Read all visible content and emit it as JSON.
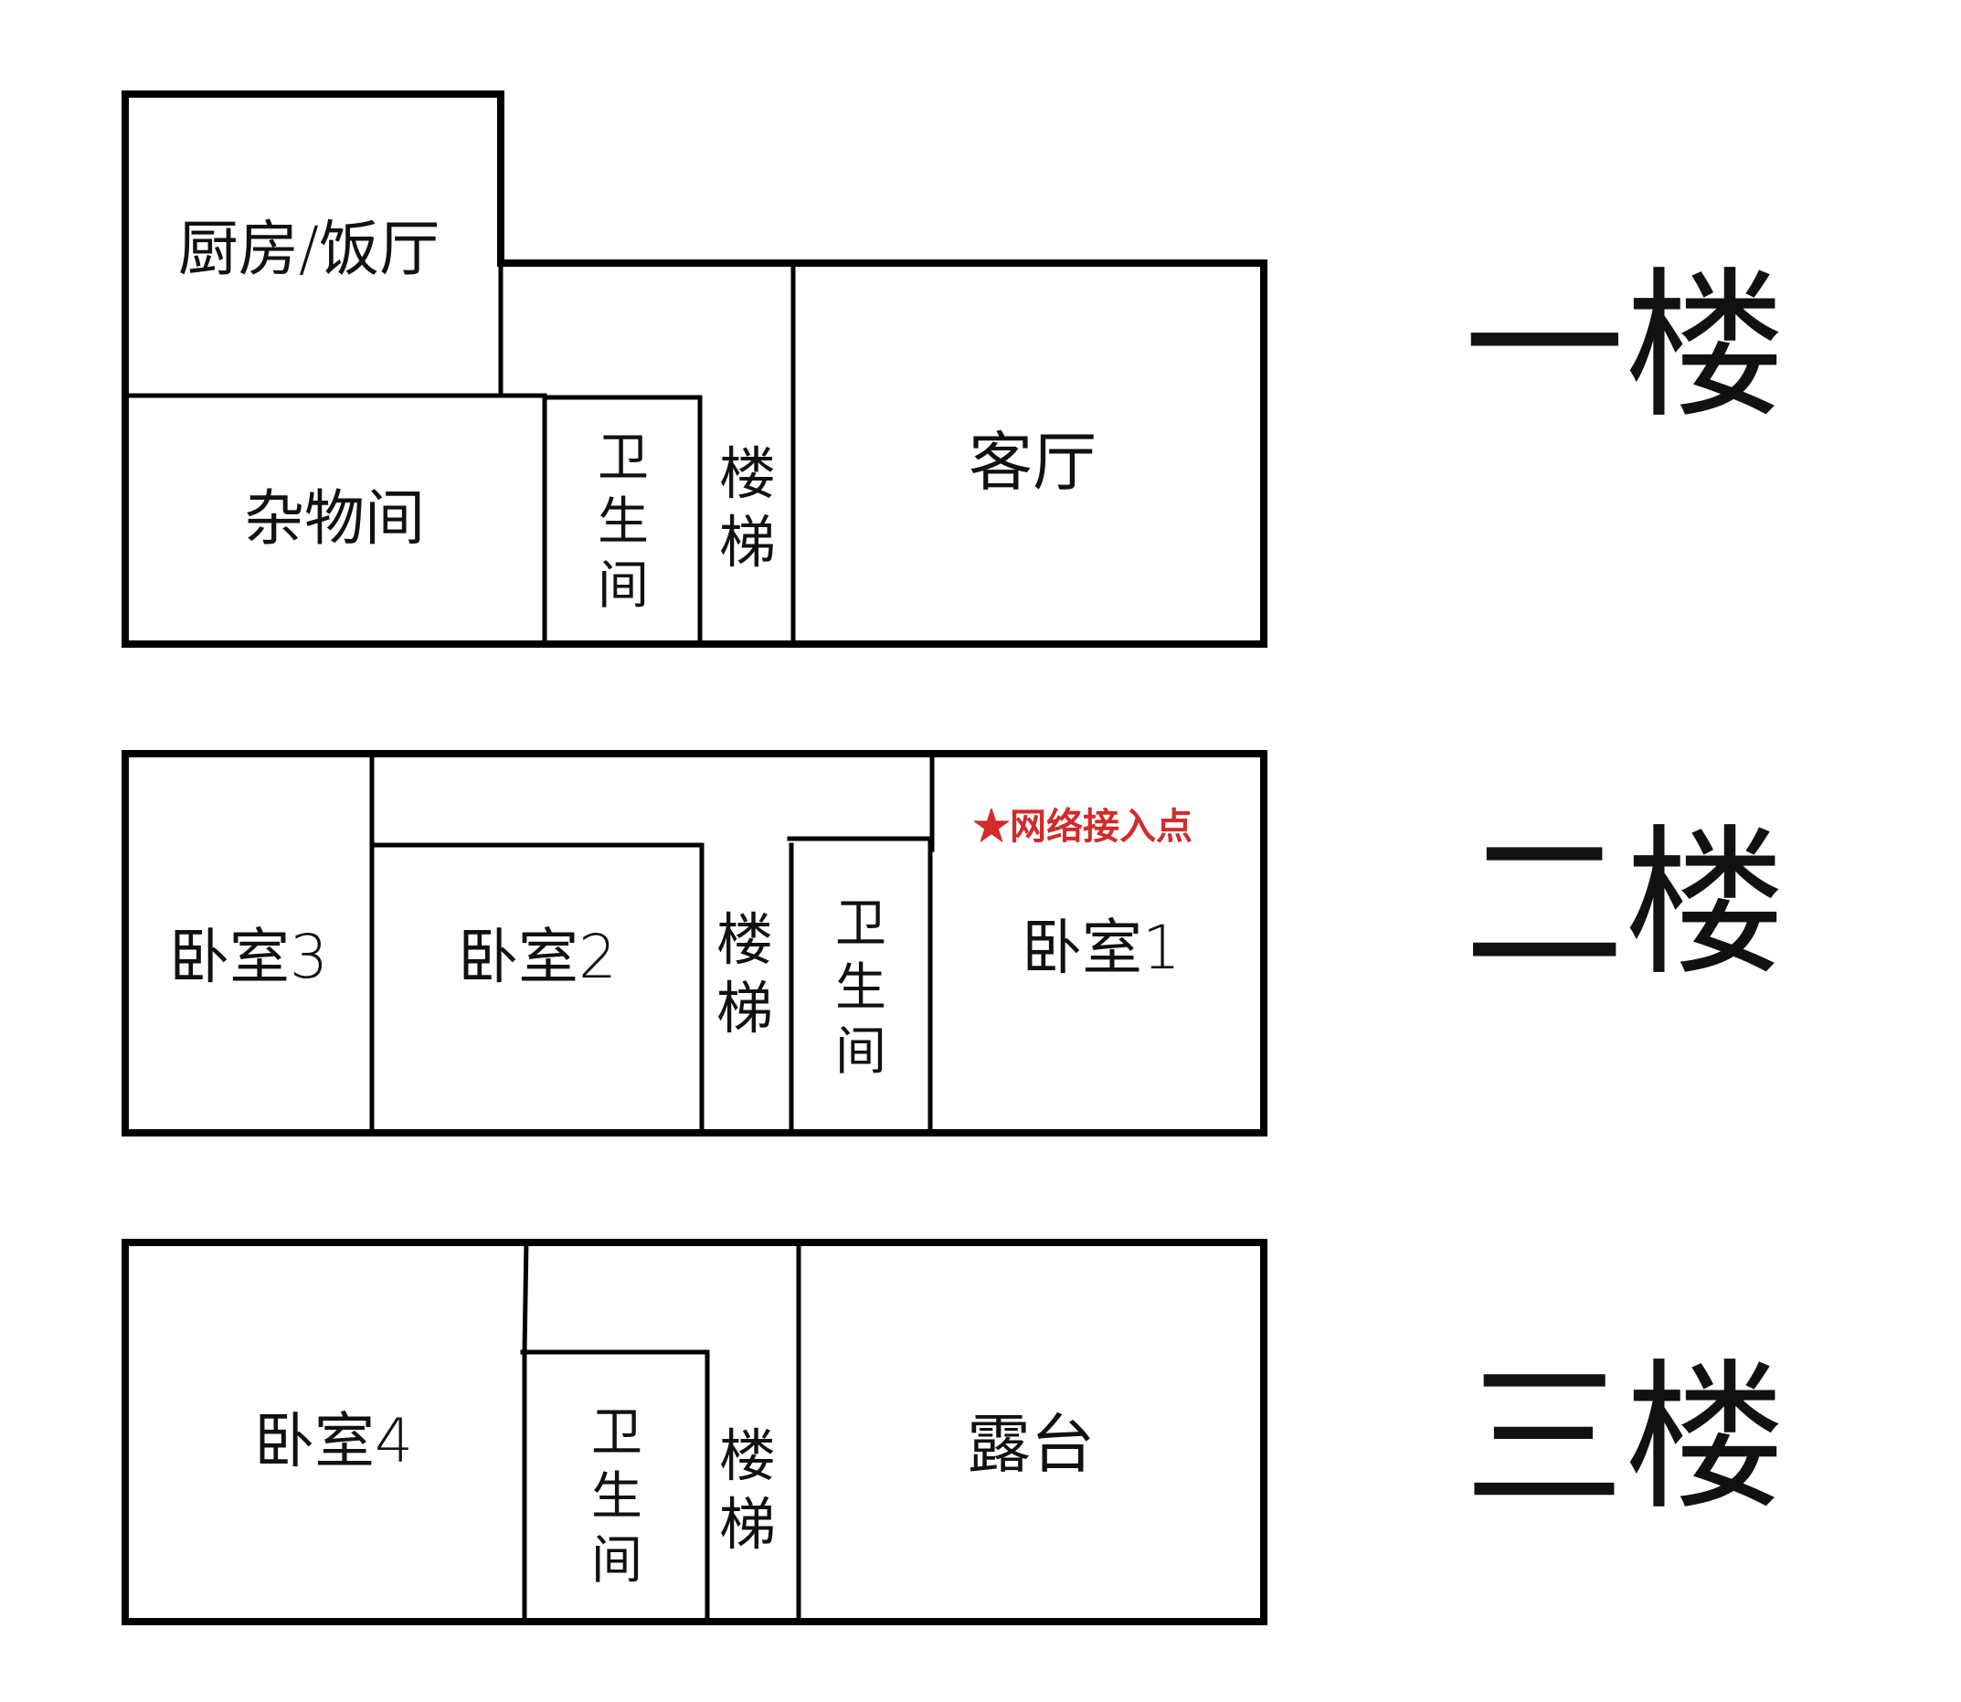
{
  "floors": [
    {
      "label": "一楼",
      "rooms": {
        "kitchen": "厨房/饭厅",
        "storage": "杂物间",
        "bathroom": [
          "卫",
          "生",
          "间"
        ],
        "stairs": [
          "楼",
          "梯"
        ],
        "living_room": "客厅"
      }
    },
    {
      "label": "二楼",
      "rooms": {
        "bedroom3": "卧室3",
        "bedroom2": "卧室2",
        "stairs": [
          "楼",
          "梯"
        ],
        "bathroom": [
          "卫",
          "生",
          "间"
        ],
        "bedroom1": "卧室1"
      },
      "marker": {
        "icon": "star-icon",
        "text": "★网络接入点",
        "color": "#d12b2b"
      }
    },
    {
      "label": "三楼",
      "rooms": {
        "bedroom4": "卧室4",
        "bathroom": [
          "卫",
          "生",
          "间"
        ],
        "stairs": [
          "楼",
          "梯"
        ],
        "terrace": "露台"
      }
    }
  ]
}
